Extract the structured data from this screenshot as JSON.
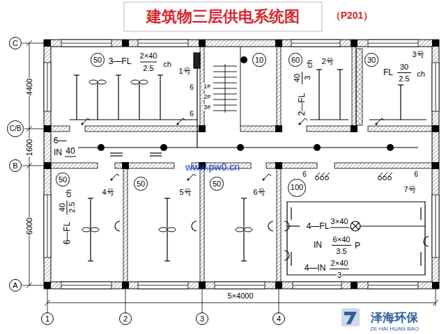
{
  "diagram": {
    "title": "建筑物三层供电系统图",
    "nodes": [
      {
        "text": [
          "C"
        ]
      },
      {
        "text": [
          "50"
        ]
      },
      {
        "text": [
          "10"
        ]
      },
      {
        "text": [
          "60"
        ]
      },
      {
        "text": [
          "30"
        ]
      },
      {
        "text": [
          "C/B"
        ]
      },
      {
        "text": [
          "B"
        ]
      },
      {
        "text": [
          "50"
        ]
      },
      {
        "text": [
          "50"
        ]
      },
      {
        "text": [
          "50"
        ]
      },
      {
        "text": [
          "100"
        ]
      },
      {
        "text": [
          "A"
        ]
      },
      {
        "text": [
          "1"
        ]
      },
      {
        "text": [
          "2"
        ]
      },
      {
        "text": [
          "3"
        ]
      },
      {
        "text": [
          "4"
        ]
      }
    ],
    "labels": [
      "（P201）",
      "4400",
      "1600",
      "6000",
      "5×4000",
      "3—FL",
      "2×40",
      "2.5",
      "ch",
      "1号",
      "6",
      "1#",
      "2#",
      "3#",
      "6",
      "2号",
      "2—FL",
      "40",
      "3",
      "ch",
      "3号",
      "FL",
      "30",
      "2.5",
      "ch",
      "6—",
      "IN",
      "40",
      "www.pw0.cn",
      "6",
      "6",
      "4号",
      "5号",
      "6号",
      "7号",
      "6—FL",
      "40",
      "2.5",
      "ch",
      "4—FL",
      "3×40",
      "IN",
      "6×40",
      "3.5",
      "P",
      "4—IN",
      "2×40",
      "3",
      "泽海环保",
      "ZE HAI HUAN BAO"
    ]
  }
}
